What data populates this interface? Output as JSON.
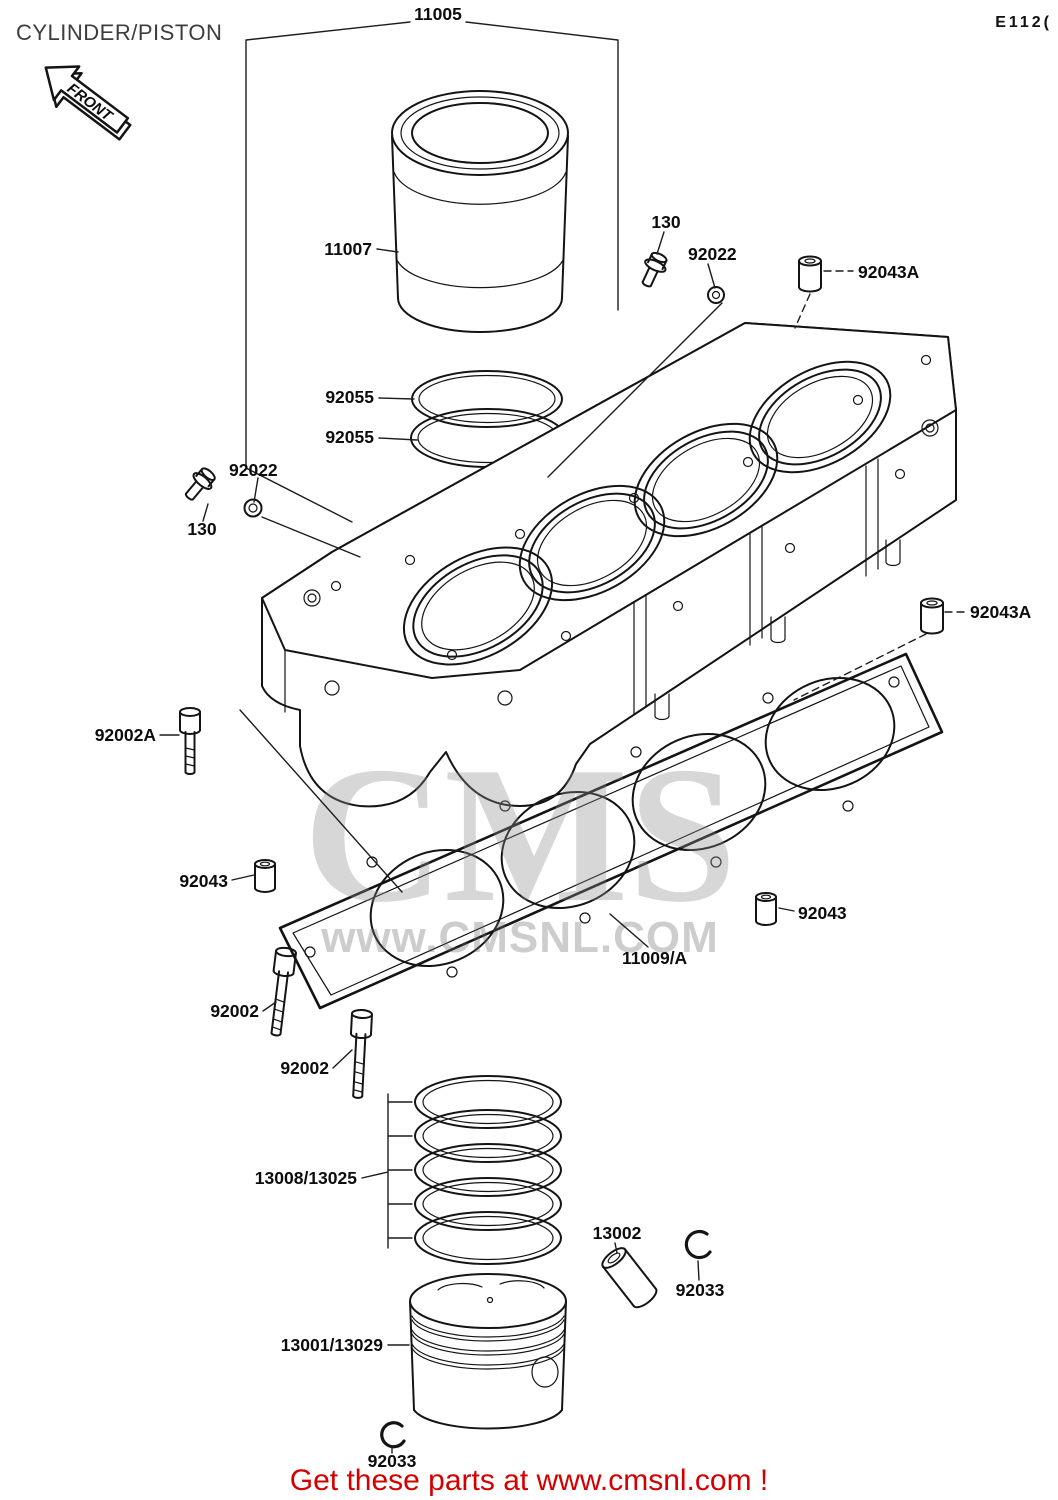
{
  "header": {
    "title": "CYLINDER/PISTON",
    "diagram_code": "E112(",
    "front_label": "FRONT"
  },
  "watermark": {
    "big_text": "CMS",
    "url_text": "www.CMSNL.COM"
  },
  "footer": {
    "text": "Get these parts at www.cmsnl.com !"
  },
  "colors": {
    "footer_red": "#d40000",
    "line_black": "#141414",
    "watermark_gray": "#8c8c8c"
  },
  "parts": [
    {
      "id": "cylinder-assembly",
      "label": "11005"
    },
    {
      "id": "cylinder-liner",
      "label": "11007"
    },
    {
      "id": "liner-ring-upper",
      "label": "92055"
    },
    {
      "id": "liner-ring-lower",
      "label": "92055"
    },
    {
      "id": "washer-top",
      "label": "130"
    },
    {
      "id": "bolt-top",
      "label": "92022"
    },
    {
      "id": "damper-top",
      "label": "92043A"
    },
    {
      "id": "bolt-left",
      "label": "92022"
    },
    {
      "id": "washer-left",
      "label": "130"
    },
    {
      "id": "damper-right",
      "label": "92043A"
    },
    {
      "id": "bolt-92002a",
      "label": "92002A"
    },
    {
      "id": "damper-gasket-left",
      "label": "92043"
    },
    {
      "id": "damper-gasket-right",
      "label": "92043"
    },
    {
      "id": "cylinder-gasket",
      "label": "11009/A"
    },
    {
      "id": "bolt-92002-left",
      "label": "92002"
    },
    {
      "id": "bolt-92002-right",
      "label": "92002"
    },
    {
      "id": "piston-ring-set",
      "label": "13008/13025"
    },
    {
      "id": "piston-pin",
      "label": "13002"
    },
    {
      "id": "circlip-right",
      "label": "92033"
    },
    {
      "id": "piston",
      "label": "13001/13029"
    },
    {
      "id": "circlip-bottom",
      "label": "92033"
    }
  ]
}
